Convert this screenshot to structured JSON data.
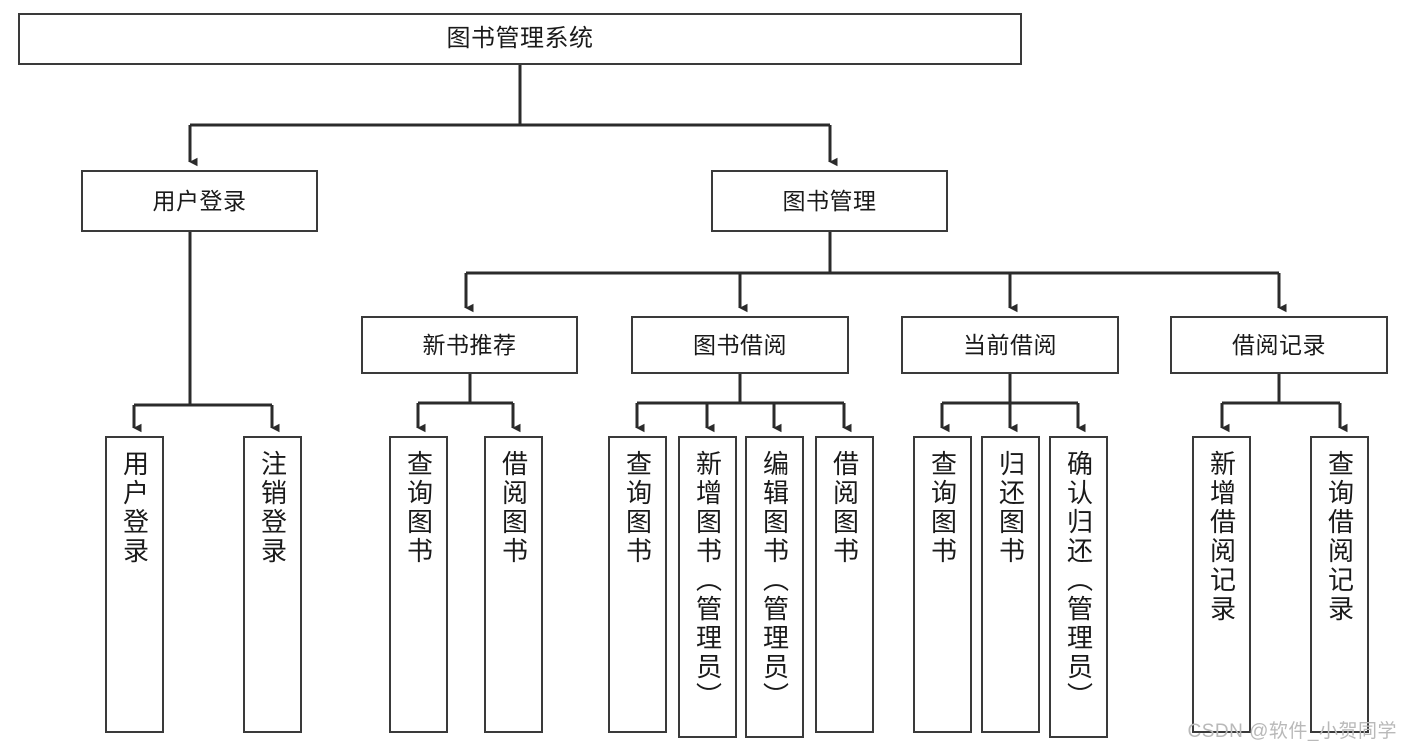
{
  "diagram": {
    "title": "图书管理系统",
    "watermark": "CSDN @软件_小贺同学",
    "colors": {
      "box_border": "#3a3a3a",
      "box_fill": "#ffffff",
      "edge": "#2b2b2b",
      "text": "#1a1a1a",
      "watermark": "#b9b9b9"
    },
    "levels": {
      "root": {
        "label": "图书管理系统"
      },
      "level2": [
        {
          "id": "user-login",
          "label": "用户登录"
        },
        {
          "id": "book-management",
          "label": "图书管理"
        }
      ],
      "level3": [
        {
          "id": "new-book-recommend",
          "label": "新书推荐",
          "parent": "book-management"
        },
        {
          "id": "book-borrow",
          "label": "图书借阅",
          "parent": "book-management"
        },
        {
          "id": "current-borrow",
          "label": "当前借阅",
          "parent": "book-management"
        },
        {
          "id": "borrow-record",
          "label": "借阅记录",
          "parent": "book-management"
        }
      ],
      "leaves": [
        {
          "id": "leaf-user-login",
          "label": "用户登录",
          "parent": "user-login"
        },
        {
          "id": "leaf-logout",
          "label": "注销登录",
          "parent": "user-login"
        },
        {
          "id": "leaf-query-book-1",
          "label": "查询图书",
          "parent": "new-book-recommend"
        },
        {
          "id": "leaf-borrow-book-1",
          "label": "借阅图书",
          "parent": "new-book-recommend"
        },
        {
          "id": "leaf-query-book-2",
          "label": "查询图书",
          "parent": "book-borrow"
        },
        {
          "id": "leaf-add-book",
          "label": "新增图书（管理员）",
          "parent": "book-borrow"
        },
        {
          "id": "leaf-edit-book",
          "label": "编辑图书（管理员）",
          "parent": "book-borrow"
        },
        {
          "id": "leaf-borrow-book-2",
          "label": "借阅图书",
          "parent": "book-borrow"
        },
        {
          "id": "leaf-query-book-3",
          "label": "查询图书",
          "parent": "current-borrow"
        },
        {
          "id": "leaf-return-book",
          "label": "归还图书",
          "parent": "current-borrow"
        },
        {
          "id": "leaf-confirm-return",
          "label": "确认归还（管理员）",
          "parent": "current-borrow"
        },
        {
          "id": "leaf-add-record",
          "label": "新增借阅记录",
          "parent": "borrow-record"
        },
        {
          "id": "leaf-query-record",
          "label": "查询借阅记录",
          "parent": "borrow-record"
        }
      ]
    }
  }
}
